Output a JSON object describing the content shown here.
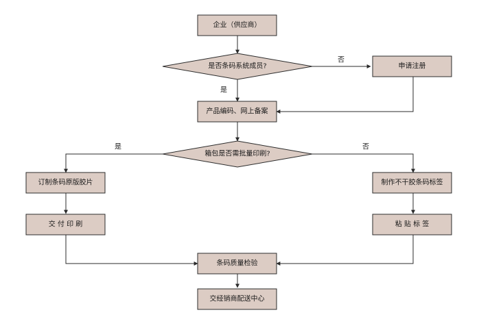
{
  "diagram": {
    "nodes": {
      "supplier": "企业（供应商）",
      "member_check": "是否条码系统成员?",
      "register": "申请注册",
      "encode": "产品编码、网上备案",
      "batch_check": "箱包是否需批量印刷?",
      "film": "订制条码原版胶片",
      "print": "交 付 印 刷",
      "make_label": "制作不干胶条码标签",
      "paste": "粘 贴 标 签",
      "quality": "条码质量检验",
      "deliver": "交经销商配送中心"
    },
    "edge_labels": {
      "member_no": "否",
      "member_yes": "是",
      "batch_yes": "是",
      "batch_no": "否"
    },
    "colors": {
      "fill": "#dcccc4",
      "stroke": "#2b2b2b",
      "background": "#ffffff"
    }
  }
}
